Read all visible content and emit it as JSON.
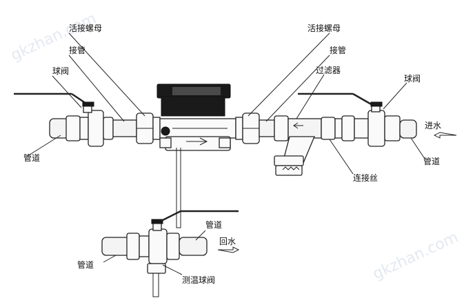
{
  "labels": {
    "union_nut_left": "活接螺母",
    "union_nut_right": "活接螺母",
    "connector_left": "接管",
    "connector_right": "接管",
    "ball_valve_left": "球阀",
    "ball_valve_right": "球阀",
    "filter": "过滤器",
    "pipe_left": "管道",
    "pipe_right": "管道",
    "inlet": "进水",
    "connecting_thread": "连接丝",
    "pipe_return_right": "管道",
    "pipe_return_left": "管道",
    "return_water": "回水",
    "temp_ball_valve": "测温球阀"
  },
  "watermarks": [
    "gkzhan.com",
    "gkzhan.com"
  ]
}
